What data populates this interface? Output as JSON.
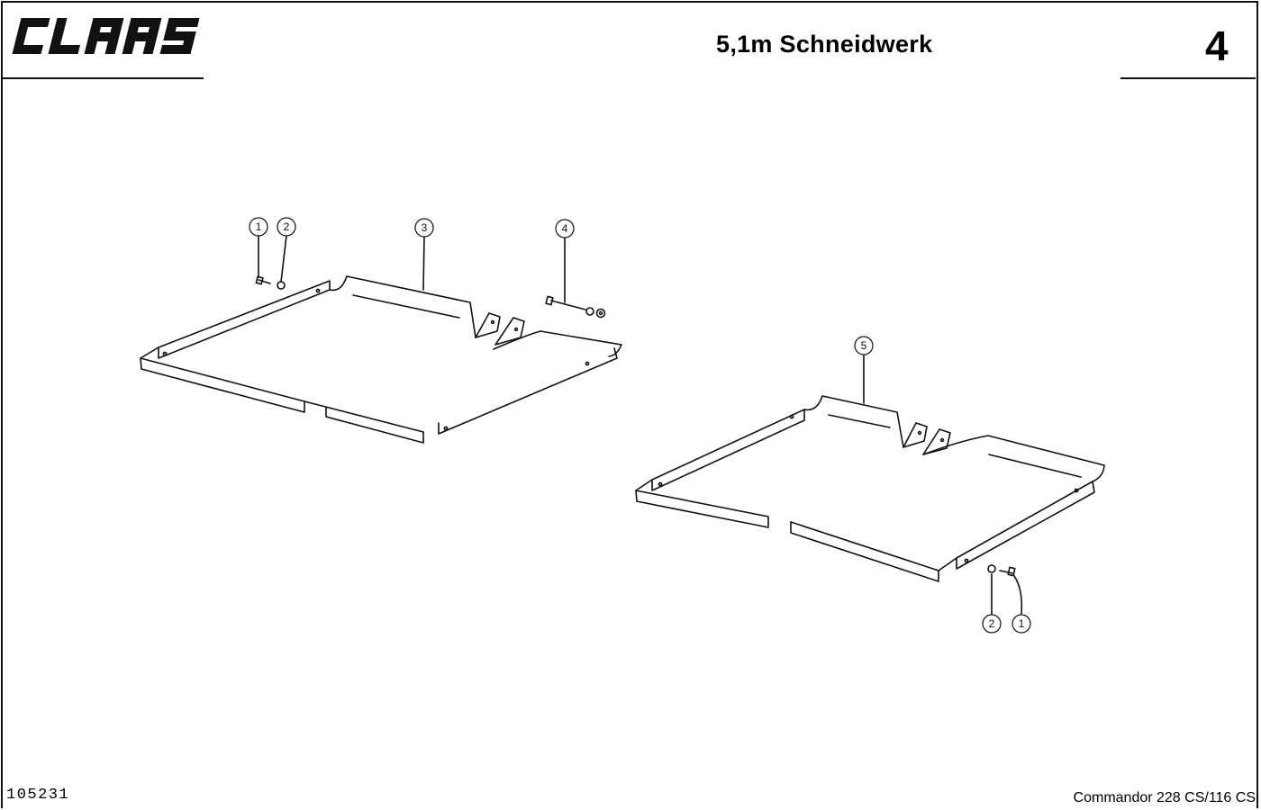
{
  "header": {
    "brand": "CLAAS",
    "title": "5,1m Schneidwerk",
    "page_number": "4"
  },
  "diagram": {
    "callouts": [
      {
        "id": "left-1",
        "label": "1"
      },
      {
        "id": "left-2",
        "label": "2"
      },
      {
        "id": "left-3",
        "label": "3"
      },
      {
        "id": "left-4",
        "label": "4"
      },
      {
        "id": "right-5",
        "label": "5"
      },
      {
        "id": "right-2",
        "label": "2"
      },
      {
        "id": "right-1",
        "label": "1"
      }
    ]
  },
  "footer": {
    "document_number": "105231",
    "model": "Commandor  228 CS/116 CS"
  },
  "colors": {
    "ink": "#111111",
    "paper": "#ffffff"
  }
}
